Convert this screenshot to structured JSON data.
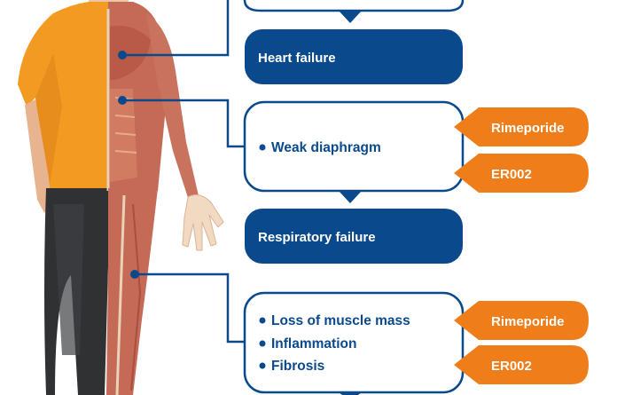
{
  "colors": {
    "navy": "#0a4a8c",
    "orange": "#ee7d1a",
    "shirt": "#f39a22",
    "jeans": "#2f3133",
    "skin": "#edc4a4",
    "muscle": "#c56a56"
  },
  "boxes": {
    "heart_failure": "Heart failure",
    "respiratory_failure": "Respiratory failure"
  },
  "callouts": {
    "diaphragm": {
      "items": [
        "Weak diaphragm"
      ]
    },
    "muscle": {
      "items": [
        "Loss of muscle mass",
        "Inflammation",
        "Fibrosis"
      ]
    }
  },
  "drugs": {
    "diaphragm": [
      "Rimeporide",
      "ER002"
    ],
    "muscle": [
      "Rimeporide",
      "ER002"
    ]
  },
  "icons": [
    "bullet-icon",
    "connector-dot-icon",
    "arrow-down-icon"
  ]
}
